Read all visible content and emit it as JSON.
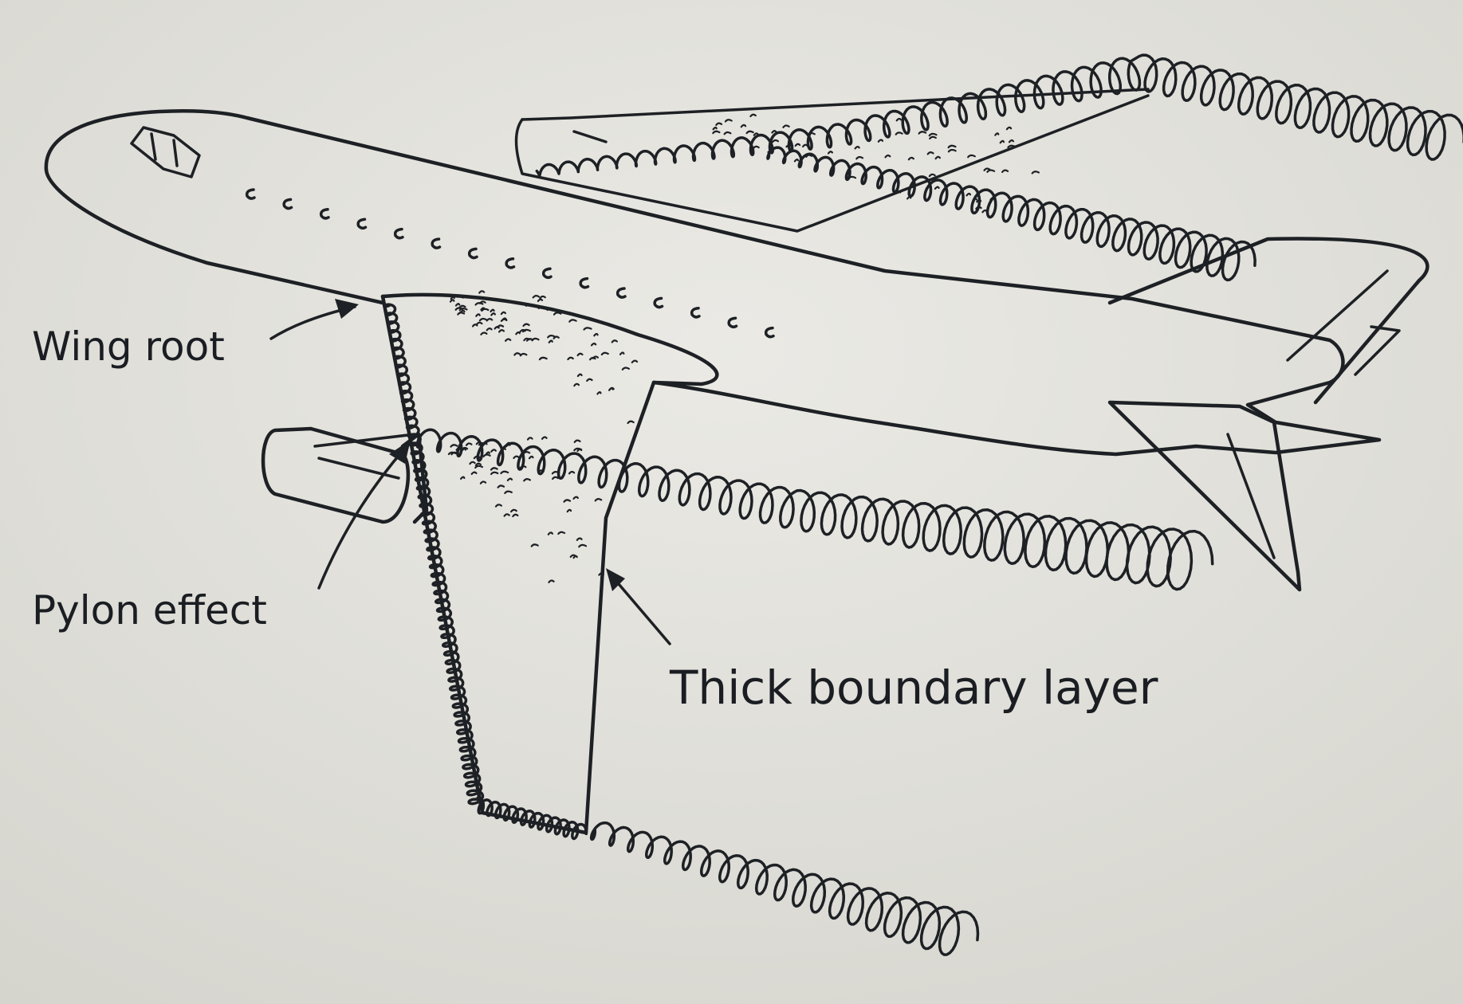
{
  "figure": {
    "labels": {
      "wing_root": "Wing root",
      "pylon_effect": "Pylon effect",
      "thick_boundary_layer": "Thick boundary layer"
    },
    "colors": {
      "paper": "#e6e5df",
      "ink": "#1d2024"
    }
  }
}
